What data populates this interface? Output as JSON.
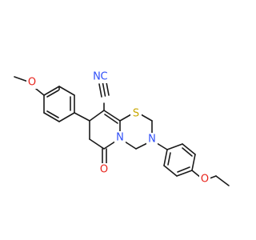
{
  "colors": {
    "bond": "#1a1a1a",
    "carbon": "#1a1a1a",
    "oxygen": "#e8231b",
    "nitrogen": "#3050f8",
    "sulfur": "#c8a800"
  },
  "atoms": {
    "n_nitrile": "N",
    "c_nitrile": "C",
    "s_thiadiazine": "S",
    "n_ring": "N",
    "n_amine": "N",
    "o_carbonyl": "O",
    "o_methoxy": "O",
    "o_ethoxy": "O"
  }
}
